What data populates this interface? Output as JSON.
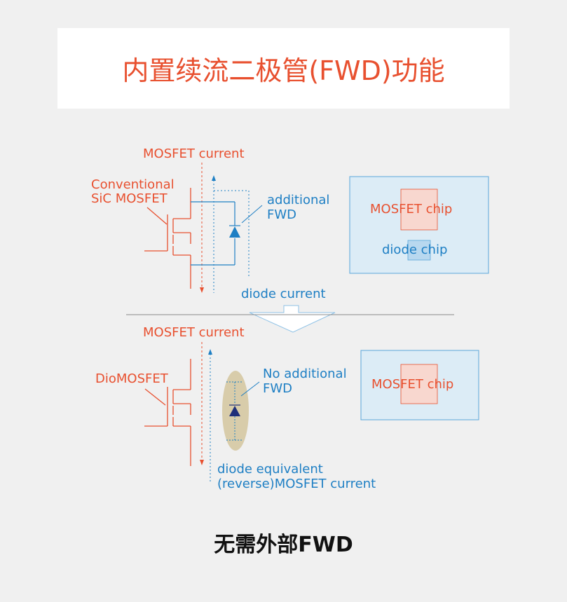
{
  "title": "内置续流二极管(FWD)功能",
  "top_section": {
    "mosfet_current_label": "MOSFET current",
    "device_label_line1": "Conventional",
    "device_label_line2": "SiC MOSFET",
    "fwd_label_line1": "additional",
    "fwd_label_line2": "FWD",
    "diode_current_label": "diode current",
    "chip_box": {
      "mosfet_chip_label": "MOSFET chip",
      "diode_chip_label": "diode chip"
    }
  },
  "bottom_section": {
    "mosfet_current_label": "MOSFET current",
    "device_label": "DioMOSFET",
    "fwd_label_line1": "No additional",
    "fwd_label_line2": "FWD",
    "reverse_label_line1": "diode equivalent",
    "reverse_label_line2": "(reverse)MOSFET current",
    "chip_box": {
      "mosfet_chip_label": "MOSFET chip"
    }
  },
  "footer": "无需外部FWD",
  "colors": {
    "accent_red": "#e8502f",
    "accent_blue": "#1e7fc4",
    "panel_blue": "#dcecf6",
    "chip_red_fill": "#f8d7cf",
    "diode_chip_fill": "#b8d8ef",
    "ellipse_fill": "#d8ccaa"
  }
}
